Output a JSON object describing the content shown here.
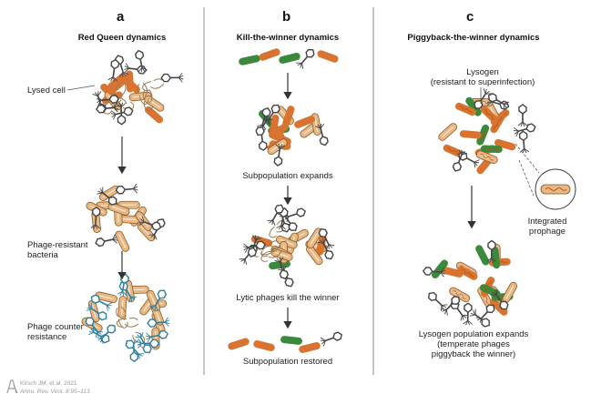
{
  "colors": {
    "resistant": "#e9b782",
    "susceptible": "#d87330",
    "winner": "#3b8a3c",
    "phage": "#444444",
    "counter_phage": "#2c7fa0",
    "divider": "#8c8c8c",
    "arrow": "#333333"
  },
  "panels": [
    {
      "letter": "a",
      "title": "Red Queen dynamics",
      "labels": {
        "lysed_cell": "Lysed cell",
        "phage_resistant": "Phage-resistant\nbacteria",
        "counter_resistance": "Phage counter\nresistance"
      }
    },
    {
      "letter": "b",
      "title": "Kill-the-winner dynamics",
      "labels": {
        "expands": "Subpopulation expands",
        "kill": "Lytic phages kill the winner",
        "restored": "Subpopulation restored"
      }
    },
    {
      "letter": "c",
      "title": "Piggyback-the-winner dynamics",
      "labels": {
        "lysogen": "Lysogen\n(resistant to superinfection)",
        "integrated": "Integrated\nprophage",
        "lysogen_expands": "Lysogen population expands\n(temperate phages\npiggyback the winner)"
      }
    }
  ],
  "citation": {
    "authors": "Kirsch JM, et al. 2021",
    "journal": "Annu. Rev. Virol. 8:95–113"
  }
}
